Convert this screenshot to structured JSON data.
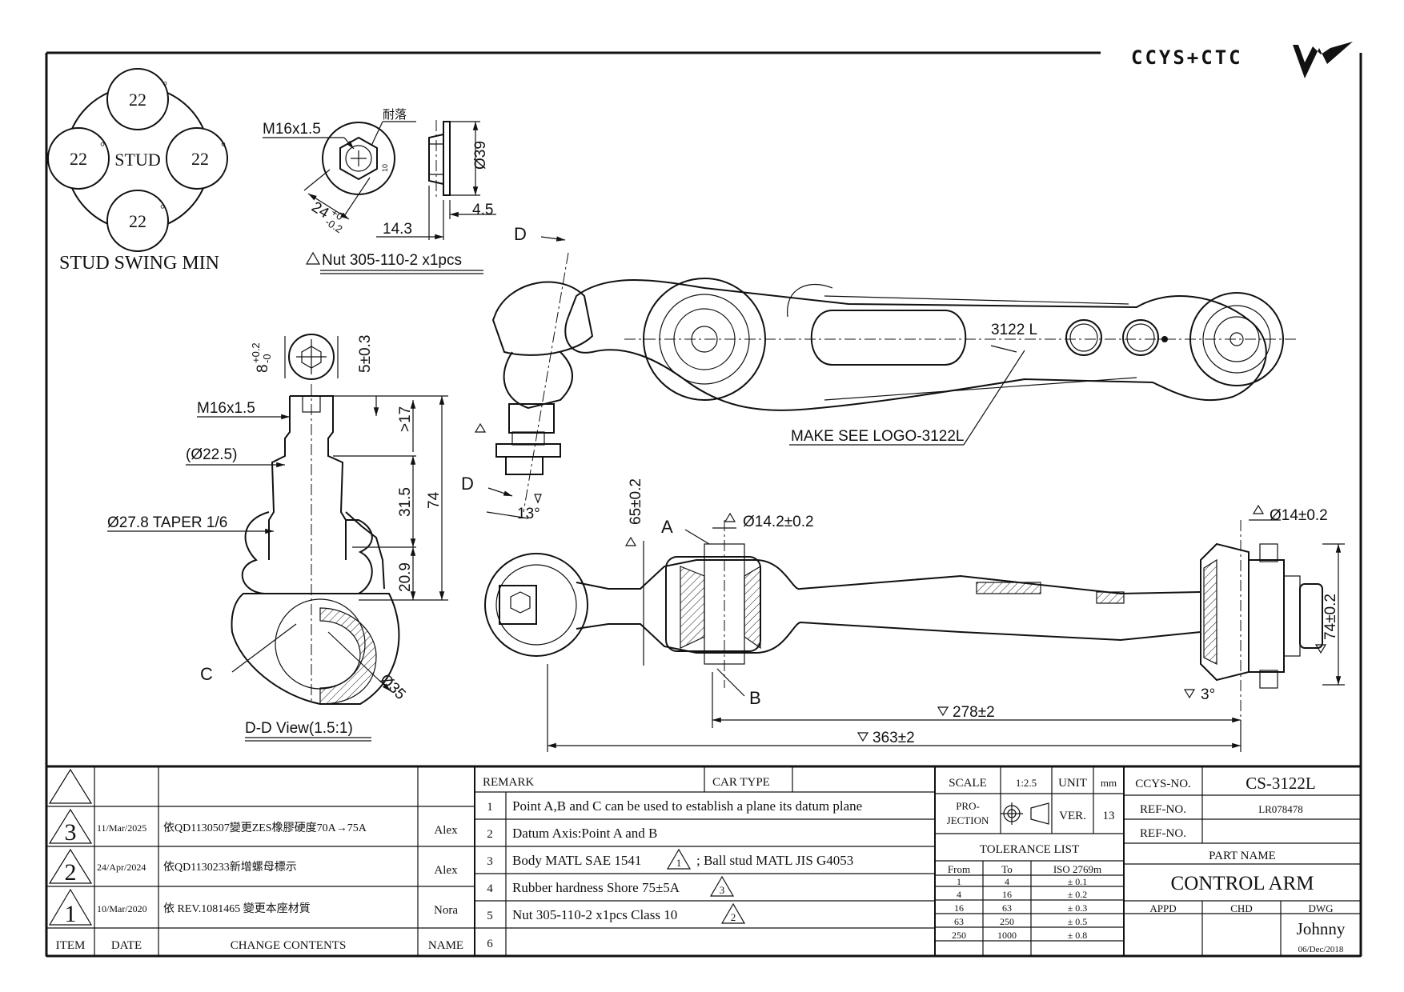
{
  "logo": {
    "text": "CCYS+CTC"
  },
  "stud_swing": {
    "center_label": "STUD",
    "angles": [
      "22",
      "22",
      "22",
      "22"
    ],
    "degree_mark": "°",
    "title": "STUD SWING MIN"
  },
  "nut_view": {
    "thread_label": "M16x1.5",
    "chinese_note": "耐落",
    "across_flats": "24",
    "across_flats_tol_upper": "+0",
    "across_flats_tol_lower": "-0.2",
    "small_mark": "10",
    "flange_dia": "Ø39",
    "height": "14.3",
    "flange_thk": "4.5",
    "title": "Nut 305-110-2 x1pcs"
  },
  "dd_view": {
    "hex_socket": "8",
    "hex_tol_upper": "+0.2",
    "hex_tol_lower": "-0",
    "socket_depth": "5±0.3",
    "thread_label": "M16x1.5",
    "thread_len": ">17",
    "neck_dia": "(Ø22.5)",
    "taper_label": "Ø27.8 TAPER 1/6",
    "taper_len": "31.5",
    "total_len": "74",
    "ball_len": "20.9",
    "ball_dia": "Ø35",
    "point_label": "C",
    "title": "D-D View(1.5:1)"
  },
  "plan_view": {
    "section_label": "D",
    "part_mark": "3122 L",
    "logo_note": "MAKE SEE LOGO-3122L",
    "tilt_angle": "13°"
  },
  "side_view": {
    "point_a": "A",
    "point_b": "B",
    "bushing_dia": "Ø14.2±0.2",
    "ball_height": "65±0.2",
    "rear_dia": "Ø14±0.2",
    "rear_height": "74±0.2",
    "rear_angle": "3°",
    "len_inner": "278±2",
    "len_total": "363±2"
  },
  "revisions": {
    "headers": {
      "item": "ITEM",
      "date": "DATE",
      "change": "CHANGE CONTENTS",
      "name": "NAME"
    },
    "rows": [
      {
        "item": "3",
        "date": "11/Mar/2025",
        "change": "依QD1130507變更ZES橡膠硬度70A→75A",
        "name": "Alex"
      },
      {
        "item": "2",
        "date": "24/Apr/2024",
        "change": "依QD1130233新增螺母標示",
        "name": "Alex"
      },
      {
        "item": "1",
        "date": "10/Mar/2020",
        "change": "依 REV.1081465 變更本座材質",
        "name": "Nora"
      }
    ]
  },
  "remarks": {
    "header": "REMARK",
    "car_type_label": "CAR TYPE",
    "items": [
      {
        "no": "1",
        "text": "Point A,B and C can be used to establish a plane its datum plane"
      },
      {
        "no": "2",
        "text": "Datum Axis:Point A and B"
      },
      {
        "no": "3",
        "text": "Body MATL SAE 1541",
        "rev": "1",
        "tail": "; Ball stud MATL JIS G4053"
      },
      {
        "no": "4",
        "text": "Rubber hardness Shore 75±5A",
        "rev": "3"
      },
      {
        "no": "5",
        "text": "Nut 305-110-2 x1pcs Class 10",
        "rev": "2"
      },
      {
        "no": "6",
        "text": ""
      }
    ]
  },
  "title_block": {
    "scale_label": "SCALE",
    "scale": "1:2.5",
    "unit_label": "UNIT",
    "unit": "mm",
    "projection_label_1": "PRO-",
    "projection_label_2": "JECTION",
    "ver_label": "VER.",
    "ver": "13",
    "tolerance_title": "TOLERANCE LIST",
    "tol_headers": {
      "from": "From",
      "to": "To",
      "iso": "ISO 2769m"
    },
    "tolerances": [
      {
        "from": "1",
        "to": "4",
        "tol": "± 0.1"
      },
      {
        "from": "4",
        "to": "16",
        "tol": "± 0.2"
      },
      {
        "from": "16",
        "to": "63",
        "tol": "± 0.3"
      },
      {
        "from": "63",
        "to": "250",
        "tol": "± 0.5"
      },
      {
        "from": "250",
        "to": "1000",
        "tol": "± 0.8"
      }
    ],
    "ccys_no_label": "CCYS-NO.",
    "ccys_no": "CS-3122L",
    "ref_no_label": "REF-NO.",
    "ref_no": "LR078478",
    "ref_no_2": "",
    "part_name_label": "PART NAME",
    "part_name": "CONTROL ARM",
    "appd": "APPD",
    "chd": "CHD",
    "dwg": "DWG",
    "drawer": "Johnny",
    "drawn_date": "06/Dec/2018"
  }
}
